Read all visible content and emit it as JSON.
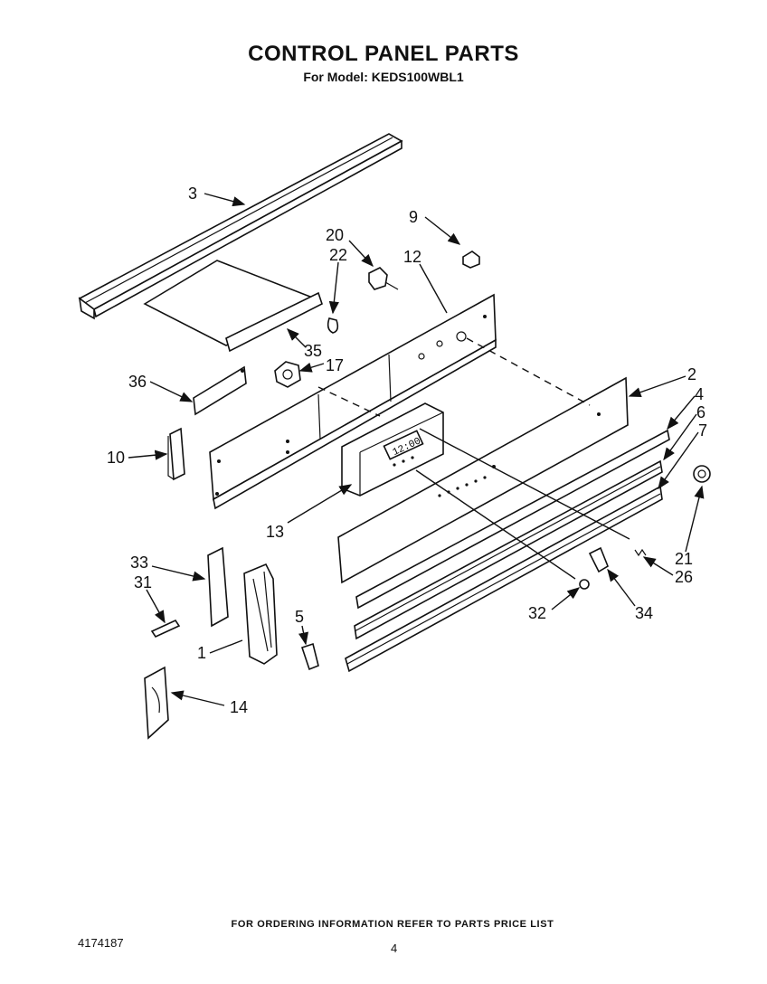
{
  "header": {
    "title": "CONTROL PANEL PARTS",
    "subtitle": "For Model: KEDS100WBL1"
  },
  "footer": {
    "note": "FOR ORDERING INFORMATION REFER TO PARTS PRICE LIST",
    "document_number": "4174187",
    "page_number": "4"
  },
  "clock_display": "12:00",
  "callouts": [
    "3",
    "9",
    "20",
    "22",
    "12",
    "35",
    "17",
    "36",
    "2",
    "4",
    "6",
    "7",
    "10",
    "13",
    "21",
    "26",
    "33",
    "31",
    "1",
    "5",
    "32",
    "34",
    "14"
  ]
}
